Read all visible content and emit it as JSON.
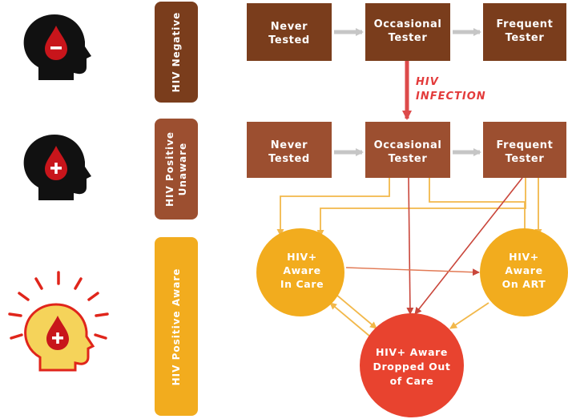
{
  "bands": {
    "negative": "HIV Negative",
    "unaware_line1": "HIV Positive",
    "unaware_line2": "Unaware",
    "aware": "HIV Positive Aware"
  },
  "row_negative": {
    "never": [
      "Never",
      "Tested"
    ],
    "occasional": [
      "Occasional",
      "Tester"
    ],
    "frequent": [
      "Frequent",
      "Tester"
    ]
  },
  "row_unaware": {
    "never": [
      "Never",
      "Tested"
    ],
    "occasional": [
      "Occasional",
      "Tester"
    ],
    "frequent": [
      "Frequent",
      "Tester"
    ]
  },
  "infection_label": [
    "HIV",
    "INFECTION"
  ],
  "nodes": {
    "in_care": [
      "HIV+",
      "Aware",
      "In Care"
    ],
    "on_art": [
      "HIV+",
      "Aware",
      "On ART"
    ],
    "dropped": [
      "HIV+ Aware",
      "Dropped Out",
      "of Care"
    ]
  },
  "head_icons": {
    "negative": {
      "icon": "head-blood-drop-minus-icon",
      "symbol": "−"
    },
    "unaware": {
      "icon": "head-blood-drop-plus-icon",
      "symbol": "+"
    },
    "aware": {
      "icon": "head-blood-drop-plus-radiating-icon",
      "symbol": "+"
    }
  },
  "colors": {
    "dark_brown": "#7a3d1c",
    "brown": "#9c4f30",
    "orange": "#f2ac1e",
    "red": "#e8432f",
    "gray_arrow": "#c6c6c6",
    "red_arrow": "#dd4a4a",
    "orange_line": "#f2b84a",
    "icon_black": "#111111",
    "drop_red": "#c8151b"
  }
}
